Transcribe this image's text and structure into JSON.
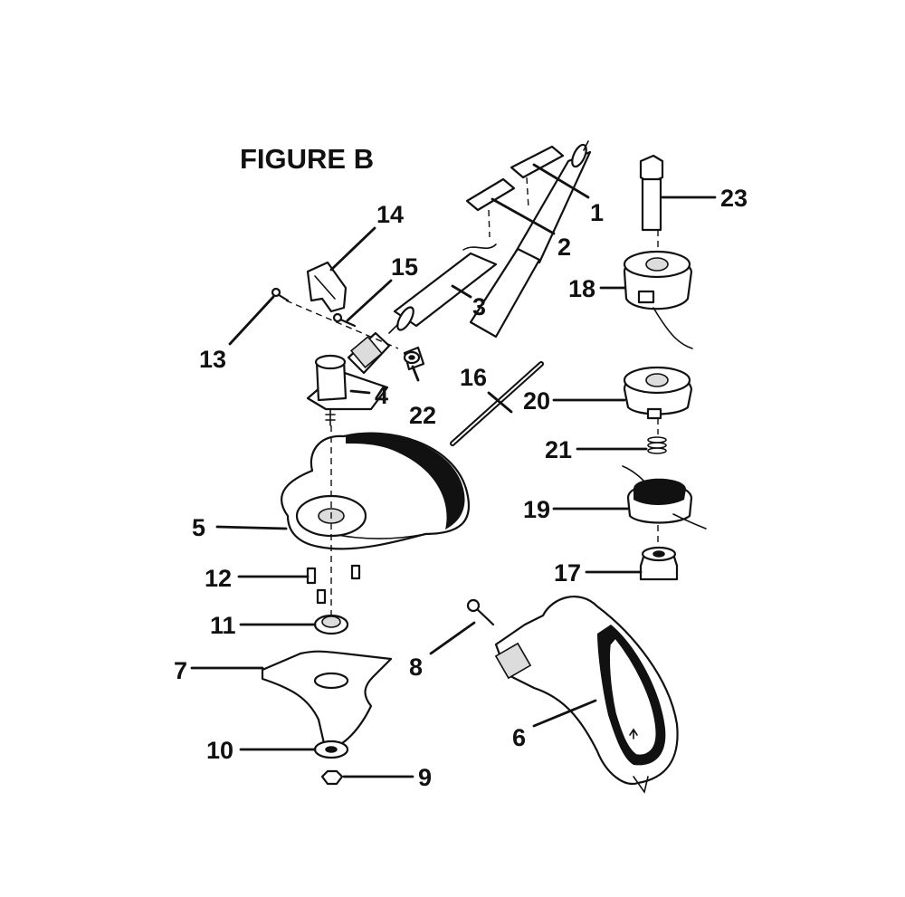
{
  "figure_title": "FIGURE B",
  "callouts": [
    {
      "id": "c1",
      "label": "1"
    },
    {
      "id": "c2",
      "label": "2"
    },
    {
      "id": "c3",
      "label": "3"
    },
    {
      "id": "c4",
      "label": "4"
    },
    {
      "id": "c5",
      "label": "5"
    },
    {
      "id": "c6",
      "label": "6"
    },
    {
      "id": "c7",
      "label": "7"
    },
    {
      "id": "c8",
      "label": "8"
    },
    {
      "id": "c9",
      "label": "9"
    },
    {
      "id": "c10",
      "label": "10"
    },
    {
      "id": "c11",
      "label": "11"
    },
    {
      "id": "c12",
      "label": "12"
    },
    {
      "id": "c13",
      "label": "13"
    },
    {
      "id": "c14",
      "label": "14"
    },
    {
      "id": "c15",
      "label": "15"
    },
    {
      "id": "c16",
      "label": "16"
    },
    {
      "id": "c17",
      "label": "17"
    },
    {
      "id": "c18",
      "label": "18"
    },
    {
      "id": "c19",
      "label": "19"
    },
    {
      "id": "c20",
      "label": "20"
    },
    {
      "id": "c21",
      "label": "21"
    },
    {
      "id": "c22",
      "label": "22"
    },
    {
      "id": "c23",
      "label": "23"
    }
  ]
}
